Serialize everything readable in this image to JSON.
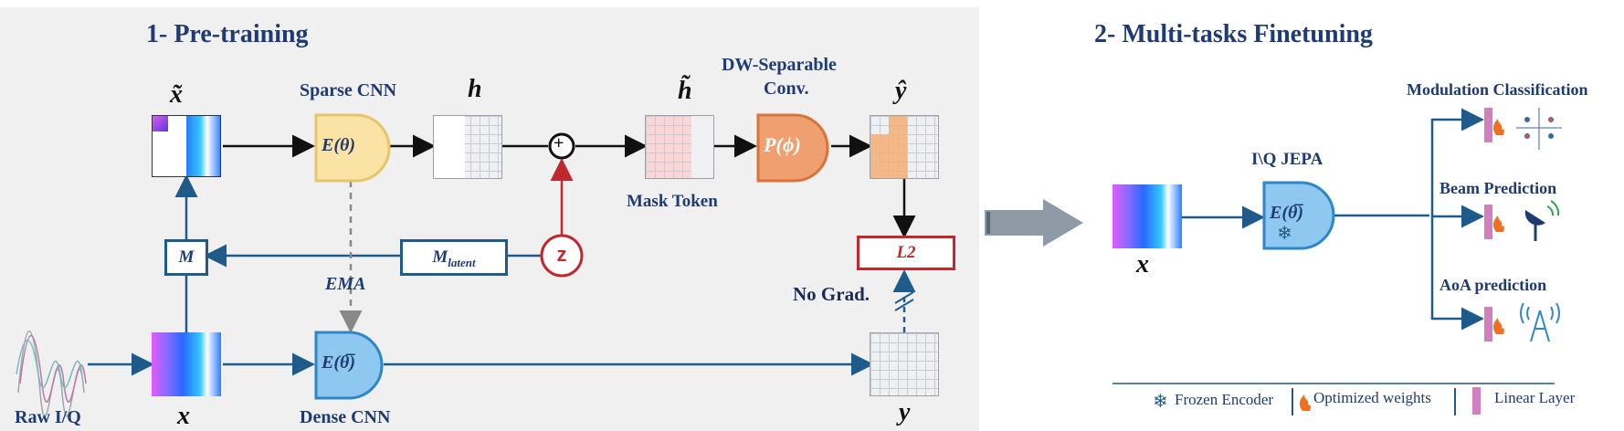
{
  "pretraining": {
    "title": "1- Pre-training",
    "sparse_cnn_label": "Sparse CNN",
    "dense_cnn_label": "Dense CNN",
    "dw_conv_label_line1": "DW-Separable",
    "dw_conv_label_line2": "Conv.",
    "mask_token_label": "Mask Token",
    "raw_iq_label": "Raw I/Q",
    "ema_label": "EMA",
    "no_grad_label": "No Grad.",
    "encoder_theta": "E(θ)",
    "encoder_theta_bar": "E(θ̅)",
    "predictor_phi": "P(ϕ)",
    "mask_box": "M",
    "mask_latent_box": "M",
    "mask_latent_sub": "latent",
    "z_node": "z",
    "loss_box": "L2",
    "sym_x_tilde": "x̃",
    "sym_h": "h",
    "sym_h_tilde": "h̃",
    "sym_y_hat": "ŷ",
    "sym_x": "x",
    "sym_y": "y",
    "plus_node": "+"
  },
  "finetuning": {
    "title": "2- Multi-tasks Finetuning",
    "jepa_label": "I\\Q JEPA",
    "encoder_theta_bar": "E(θ̅)",
    "sym_x": "x",
    "tasks": [
      "Modulation Classification",
      "Beam Prediction",
      "AoA prediction"
    ]
  },
  "legend": {
    "frozen": "Frozen Encoder",
    "optimized": "Optimized weights",
    "linear": "Linear Layer"
  },
  "colors": {
    "title_blue": "#1f3b73",
    "line_blue": "#1f5b8a",
    "red": "#c0282d",
    "encoder_yellow": "#fbe3a6",
    "encoder_blue": "#8ec7ef",
    "predictor_orange": "#f0a070",
    "linear_pink": "#d17fbf",
    "arrow_gray": "#8e9aa6"
  }
}
